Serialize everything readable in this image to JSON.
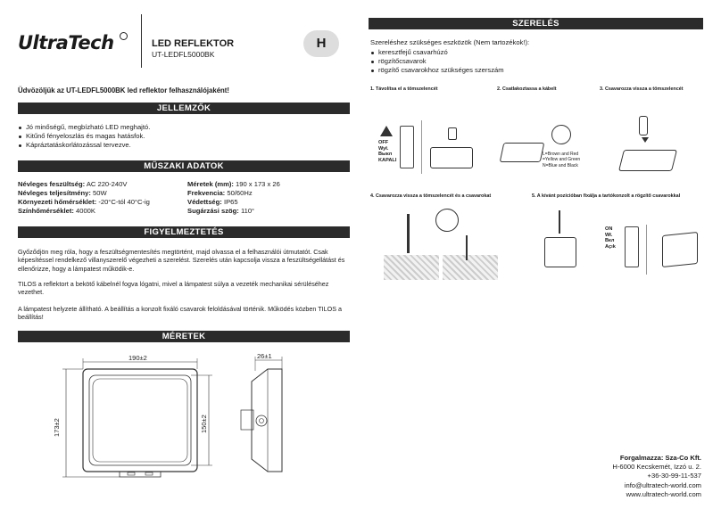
{
  "header": {
    "brand": "UltraTech",
    "product_title": "LED REFLEKTOR",
    "product_code": "UT-LEDFL5000BK",
    "language": "H"
  },
  "welcome": "Üdvözöljük az UT-LEDFL5000BK led reflektor felhasználójaként!",
  "features": {
    "title": "JELLEMZŐK",
    "items": [
      "Jó minőségű, megbízható LED meghajtó.",
      "Kitűnő fényeloszlás és magas hatásfok.",
      "Kápráztatáskorlátozással tervezve."
    ]
  },
  "specs": {
    "title": "MŰSZAKI ADATOK",
    "left": [
      {
        "label": "Névleges feszültség:",
        "value": "AC 220-240V"
      },
      {
        "label": "Névleges teljesítmény:",
        "value": "50W"
      },
      {
        "label": "Környezeti hőmérséklet:",
        "value": "-20°C-tól 40°C-ig"
      },
      {
        "label": "Színhőmérséklet:",
        "value": "4000K"
      }
    ],
    "right": [
      {
        "label": "Méretek (mm):",
        "value": "190 x 173 x 26"
      },
      {
        "label": "Frekvencia:",
        "value": "50/60Hz"
      },
      {
        "label": "Védettség:",
        "value": "IP65"
      },
      {
        "label": "Sugárzási szög:",
        "value": "110°"
      }
    ]
  },
  "warning": {
    "title": "FIGYELMEZTETÉS",
    "p1": "Győződjön meg róla, hogy a feszültségmentesítés megtörtént, majd olvassa el a felhasználói útmutatót. Csak képesítéssel rendelkező villanyszerelő végezheti a szerelést. Szerelés után kapcsolja vissza a feszültségellátást és ellenőrizze, hogy a lámpatest működik-e.",
    "p2": "TILOS a reflektort a bekötő kábelnél fogva lógatni, mivel a lámpatest súlya a vezeték mechanikai sérüléséhez vezethet.",
    "p3": "A lámpatest helyzete állítható. A beállítás a konzolt fixáló csavarok feloldásával történik. Működés közben TILOS a beállítás!"
  },
  "dimensions": {
    "title": "MÉRETEK",
    "width": "190±2",
    "height": "173±2",
    "inner": "150±2",
    "depth": "26±1"
  },
  "install": {
    "title": "SZERELÉS",
    "tools_intro": "Szereléshez szükséges eszközök (Nem tartozékok!):",
    "tools": [
      "keresztfejű csavarhúzó",
      "rögzítőcsavarok",
      "rögzítő csavarokhoz szükséges szerszám"
    ],
    "steps": [
      "1. Távolítsa el a tömszelencét",
      "2. Csatlakoztassa a kábelt",
      "3. Csavarozza vissza a tömszelencét",
      "4. Csavarozza vissza a tömszelencét és a csavarokat",
      "5. A kívánt pozícióban fixálja a tartókonzolt a rögzítő csavarokkal"
    ],
    "wire_legend": [
      "L=Brown and Red",
      "=Yellow and Green",
      "N=Blue and Black"
    ],
    "switch_off": [
      "OFF",
      "Wył.",
      "Выкл",
      "KAPALI"
    ],
    "switch_on": [
      "ON",
      "Wł.",
      "Вкл",
      "Açık"
    ]
  },
  "contact": {
    "distributor_label": "Forgalmazza:",
    "distributor": "Sza-Co Kft.",
    "address": "H-6000 Kecskemét, Izzó u. 2.",
    "phone": "+36-30-99-11-537",
    "email": "info@ultratech-world.com",
    "web": "www.ultratech-world.com"
  }
}
